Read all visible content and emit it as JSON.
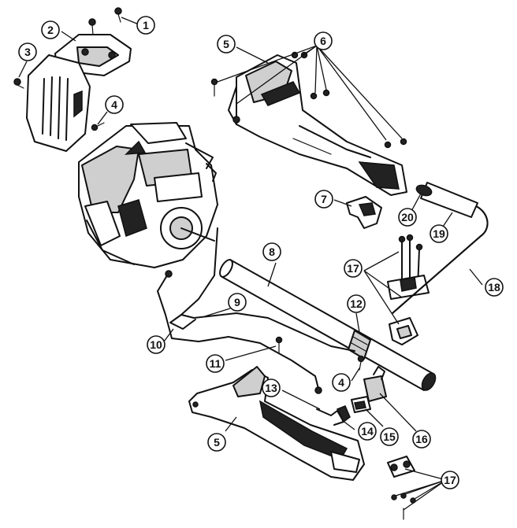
{
  "callouts": [
    {
      "id": "c1",
      "label": "1"
    },
    {
      "id": "c2",
      "label": "2"
    },
    {
      "id": "c3",
      "label": "3"
    },
    {
      "id": "c4a",
      "label": "4"
    },
    {
      "id": "c5a",
      "label": "5"
    },
    {
      "id": "c6",
      "label": "6"
    },
    {
      "id": "c7",
      "label": "7"
    },
    {
      "id": "c8",
      "label": "8"
    },
    {
      "id": "c9",
      "label": "9"
    },
    {
      "id": "c10",
      "label": "10"
    },
    {
      "id": "c11",
      "label": "11"
    },
    {
      "id": "c12",
      "label": "12"
    },
    {
      "id": "c13",
      "label": "13"
    },
    {
      "id": "c4b",
      "label": "4"
    },
    {
      "id": "c5b",
      "label": "5"
    },
    {
      "id": "c14",
      "label": "14"
    },
    {
      "id": "c15",
      "label": "15"
    },
    {
      "id": "c16",
      "label": "16"
    },
    {
      "id": "c17a",
      "label": "17"
    },
    {
      "id": "c17b",
      "label": "17"
    },
    {
      "id": "c18",
      "label": "18"
    },
    {
      "id": "c19",
      "label": "19"
    },
    {
      "id": "c20",
      "label": "20"
    }
  ]
}
